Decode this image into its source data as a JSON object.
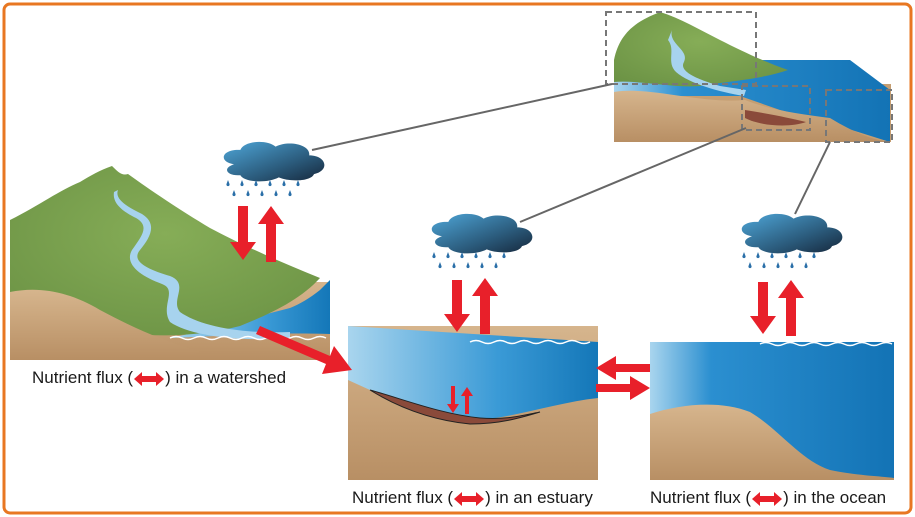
{
  "captions": {
    "watershed": {
      "prefix": "Nutrient flux (",
      "suffix": ") in  a watershed"
    },
    "estuary": {
      "prefix": "Nutrient flux (",
      "suffix": ") in an estuary"
    },
    "ocean": {
      "prefix": "Nutrient flux (",
      "suffix": ") in the ocean"
    }
  },
  "colors": {
    "border": "#e87722",
    "arrow": "#e8202a",
    "land": "#7fa84e",
    "sediment": "#c9a67e",
    "river": "#a7d3ee",
    "water_dark": "#1a7fc0",
    "mud": "#8a4a3a",
    "cloud": "#2f5f7f",
    "rain": "#2a6fa8"
  },
  "icons": [
    "cloud-icon",
    "rain-icon",
    "double-arrow-icon"
  ]
}
